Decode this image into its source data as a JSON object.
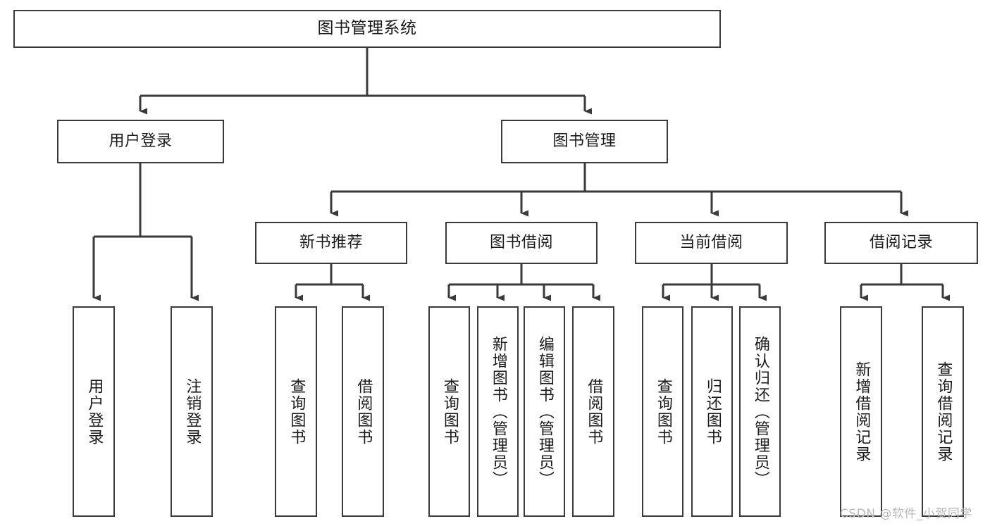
{
  "diagram": {
    "type": "tree-hierarchy",
    "title": "图书管理系统",
    "orientation": "top-down",
    "theme": {
      "background": "#ffffff",
      "node_fill": "#ffffff",
      "node_border": "#3a3a3a",
      "edge_color": "#3a3a3a",
      "text_color": "#1a1a1a",
      "watermark_color": "#b9b9b9"
    },
    "nodes": {
      "root": {
        "label": "图书管理系统",
        "level": 0
      },
      "user_login": {
        "label": "用户登录",
        "level": 1
      },
      "book_manage": {
        "label": "图书管理",
        "level": 1
      },
      "new_book_rec": {
        "label": "新书推荐",
        "level": 2
      },
      "book_borrow": {
        "label": "图书借阅",
        "level": 2
      },
      "current_borrow": {
        "label": "当前借阅",
        "level": 2
      },
      "borrow_record": {
        "label": "借阅记录",
        "level": 2
      },
      "leaf_user_login": {
        "label": "用户登录",
        "level": 3
      },
      "leaf_logout": {
        "label": "注销登录",
        "level": 3
      },
      "leaf_query_book_1": {
        "label": "查询图书",
        "level": 3
      },
      "leaf_borrow_book_1": {
        "label": "借阅图书",
        "level": 3
      },
      "leaf_query_book_2": {
        "label": "查询图书",
        "level": 3
      },
      "leaf_add_book": {
        "label": "新增图书（管理员）",
        "level": 3
      },
      "leaf_edit_book": {
        "label": "编辑图书（管理员）",
        "level": 3
      },
      "leaf_borrow_book_2": {
        "label": "借阅图书",
        "level": 3
      },
      "leaf_query_book_3": {
        "label": "查询图书",
        "level": 3
      },
      "leaf_return_book": {
        "label": "归还图书",
        "level": 3
      },
      "leaf_confirm_return": {
        "label": "确认归还（管理员）",
        "level": 3
      },
      "leaf_add_record": {
        "label": "新增借阅记录",
        "level": 3
      },
      "leaf_query_record": {
        "label": "查询借阅记录",
        "level": 3
      }
    },
    "edges": [
      {
        "from": "root",
        "to": "user_login"
      },
      {
        "from": "root",
        "to": "book_manage"
      },
      {
        "from": "user_login",
        "to": "leaf_user_login"
      },
      {
        "from": "user_login",
        "to": "leaf_logout"
      },
      {
        "from": "book_manage",
        "to": "new_book_rec"
      },
      {
        "from": "book_manage",
        "to": "book_borrow"
      },
      {
        "from": "book_manage",
        "to": "current_borrow"
      },
      {
        "from": "book_manage",
        "to": "borrow_record"
      },
      {
        "from": "new_book_rec",
        "to": "leaf_query_book_1"
      },
      {
        "from": "new_book_rec",
        "to": "leaf_borrow_book_1"
      },
      {
        "from": "book_borrow",
        "to": "leaf_query_book_2"
      },
      {
        "from": "book_borrow",
        "to": "leaf_add_book"
      },
      {
        "from": "book_borrow",
        "to": "leaf_edit_book"
      },
      {
        "from": "book_borrow",
        "to": "leaf_borrow_book_2"
      },
      {
        "from": "current_borrow",
        "to": "leaf_query_book_3"
      },
      {
        "from": "current_borrow",
        "to": "leaf_return_book"
      },
      {
        "from": "current_borrow",
        "to": "leaf_confirm_return"
      },
      {
        "from": "borrow_record",
        "to": "leaf_add_record"
      },
      {
        "from": "borrow_record",
        "to": "leaf_query_record"
      }
    ]
  },
  "watermark": {
    "text": "CSDN @软件_小贺同学"
  }
}
